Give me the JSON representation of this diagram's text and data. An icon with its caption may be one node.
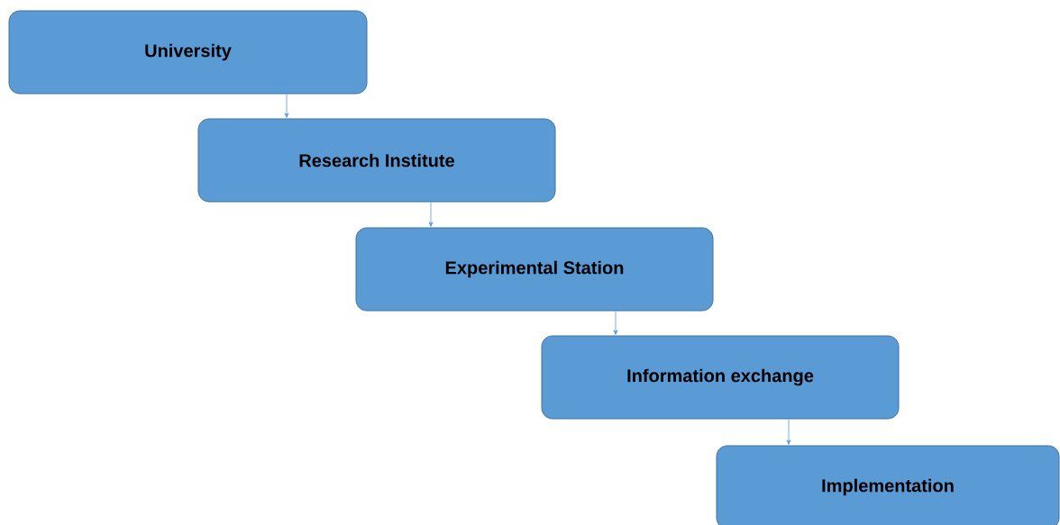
{
  "diagram": {
    "nodes": [
      {
        "text": [
          "University"
        ]
      },
      {
        "text": [
          "Research Institute"
        ]
      },
      {
        "text": [
          "Experimental Station"
        ]
      },
      {
        "text": [
          "Information exchange"
        ]
      },
      {
        "text": [
          "Implementation"
        ]
      }
    ],
    "edges": [
      {
        "from": 0,
        "to": 1,
        "arrow": "to"
      },
      {
        "from": 1,
        "to": 2,
        "arrow": "to"
      },
      {
        "from": 2,
        "to": 3,
        "arrow": "to"
      },
      {
        "from": 3,
        "to": 4,
        "arrow": "to"
      }
    ]
  }
}
